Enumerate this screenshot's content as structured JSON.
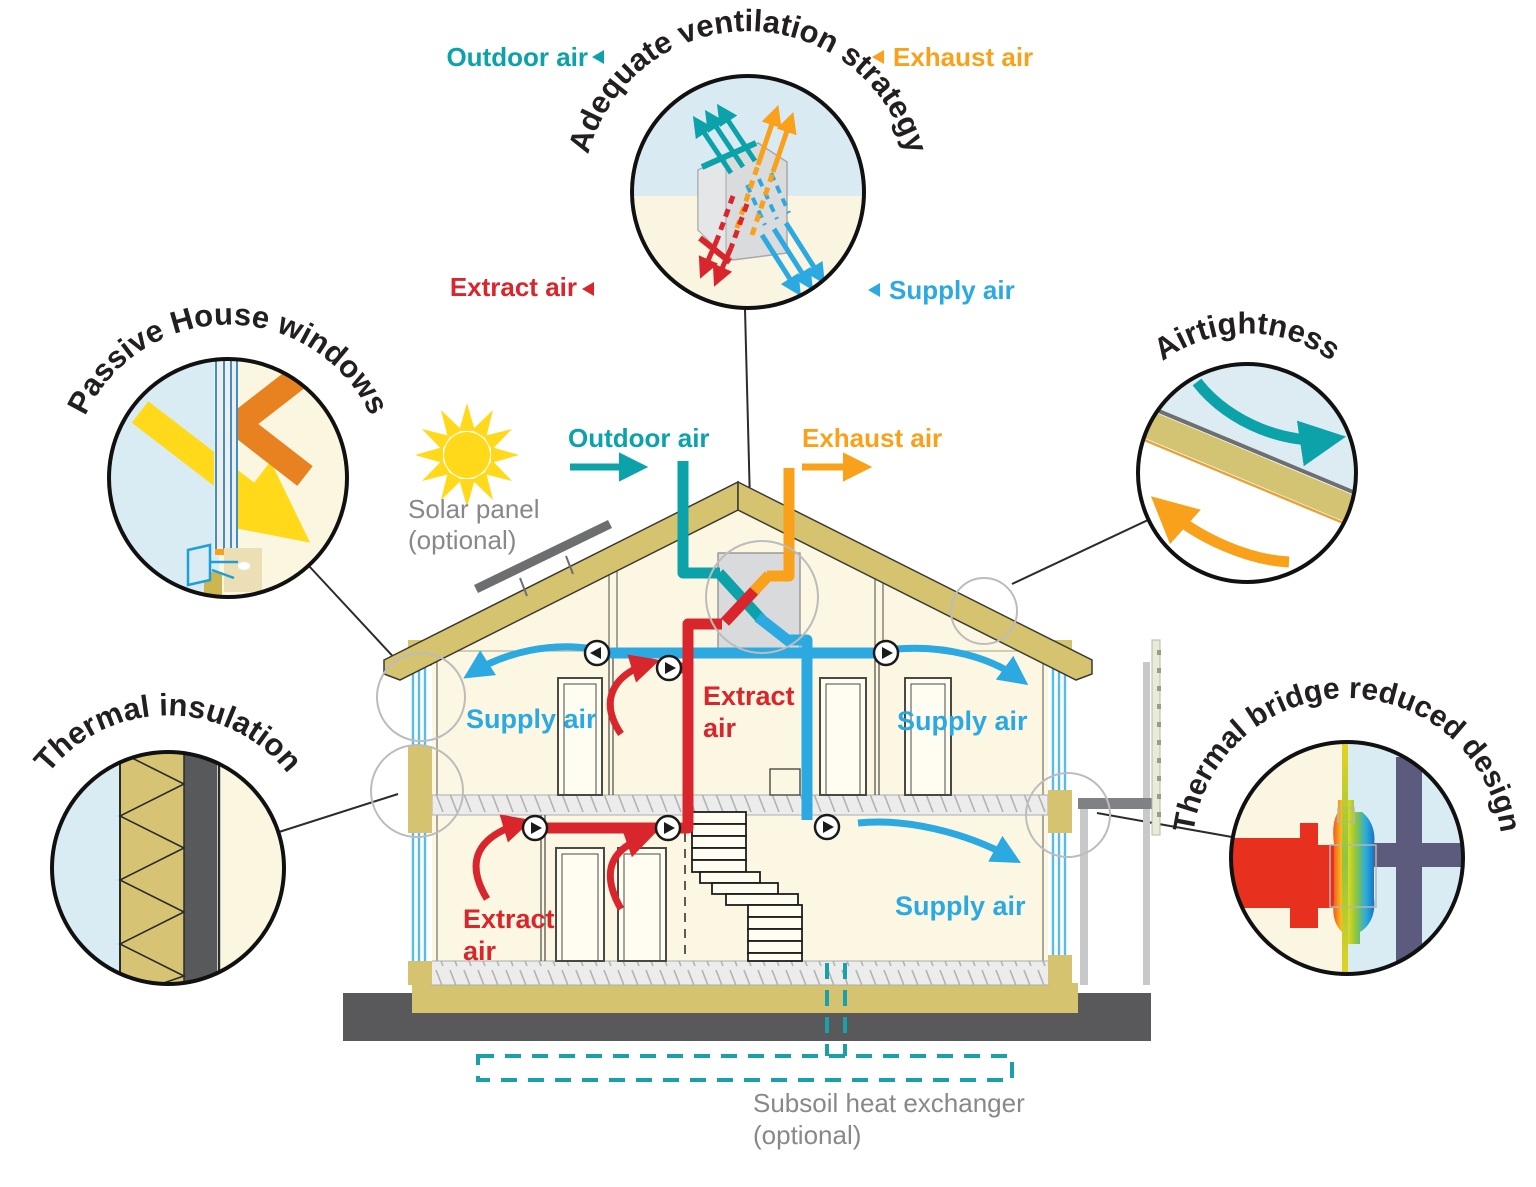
{
  "callouts": {
    "ventilation": "Adequate ventilation strategy",
    "windows": "Passive House windows",
    "airtightness": "Airtightness",
    "insulation": "Thermal insulation",
    "thermal_bridge": "Thermal bridge reduced design"
  },
  "ventilation_legend": {
    "outdoor": "Outdoor air",
    "exhaust": "Exhaust air",
    "extract": "Extract air",
    "supply": "Supply air"
  },
  "house": {
    "outdoor_air": "Outdoor air",
    "exhaust_air": "Exhaust air",
    "supply_air": "Supply air",
    "extract_lines": [
      "Extract",
      "air"
    ],
    "solar_lines": [
      "Solar panel",
      "(optional)"
    ],
    "subsoil_lines": [
      "Subsoil heat exchanger",
      "(optional)"
    ]
  },
  "colors": {
    "outdoor_teal": "#0ba3a9",
    "exhaust_orange": "#f9a11b",
    "extract_red": "#d9262c",
    "supply_blue": "#2ca9e1",
    "wall_khaki": "#d5c36f",
    "interior_cream": "#fbf7e3",
    "sky_light_blue": "#d9eaf2",
    "foundation_gray": "#59595b",
    "annotation_gray": "#87888a",
    "sun_yellow": "#ffd91a",
    "solar_panel_gray": "#6d6e70",
    "thermal_cold_purple": "#5c5b7d"
  }
}
